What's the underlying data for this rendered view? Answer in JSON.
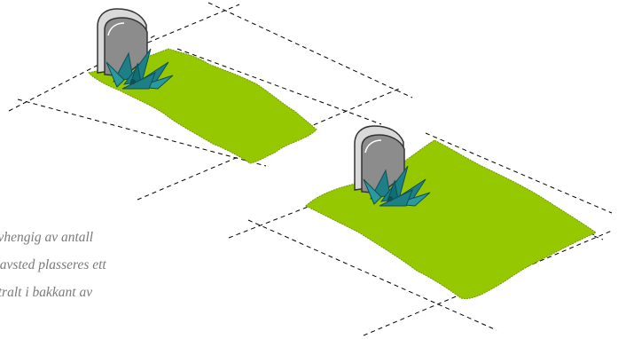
{
  "caption": {
    "line1": "uavhengig av antall",
    "line2": "gravsted plasseres ett",
    "line3": "ntralt i bakkant av"
  },
  "colors": {
    "grass": "#96c800",
    "grass_edge": "#6f9a00",
    "stone": "#8c8c8c",
    "stone_dark": "#555555",
    "stone_light": "#d9d9d9",
    "plant": "#1f7f86",
    "plant_dark": "#0f4f55",
    "dash": "#000000"
  },
  "icons": {
    "headstone": "tombstone-icon",
    "plant": "plant-icon"
  }
}
